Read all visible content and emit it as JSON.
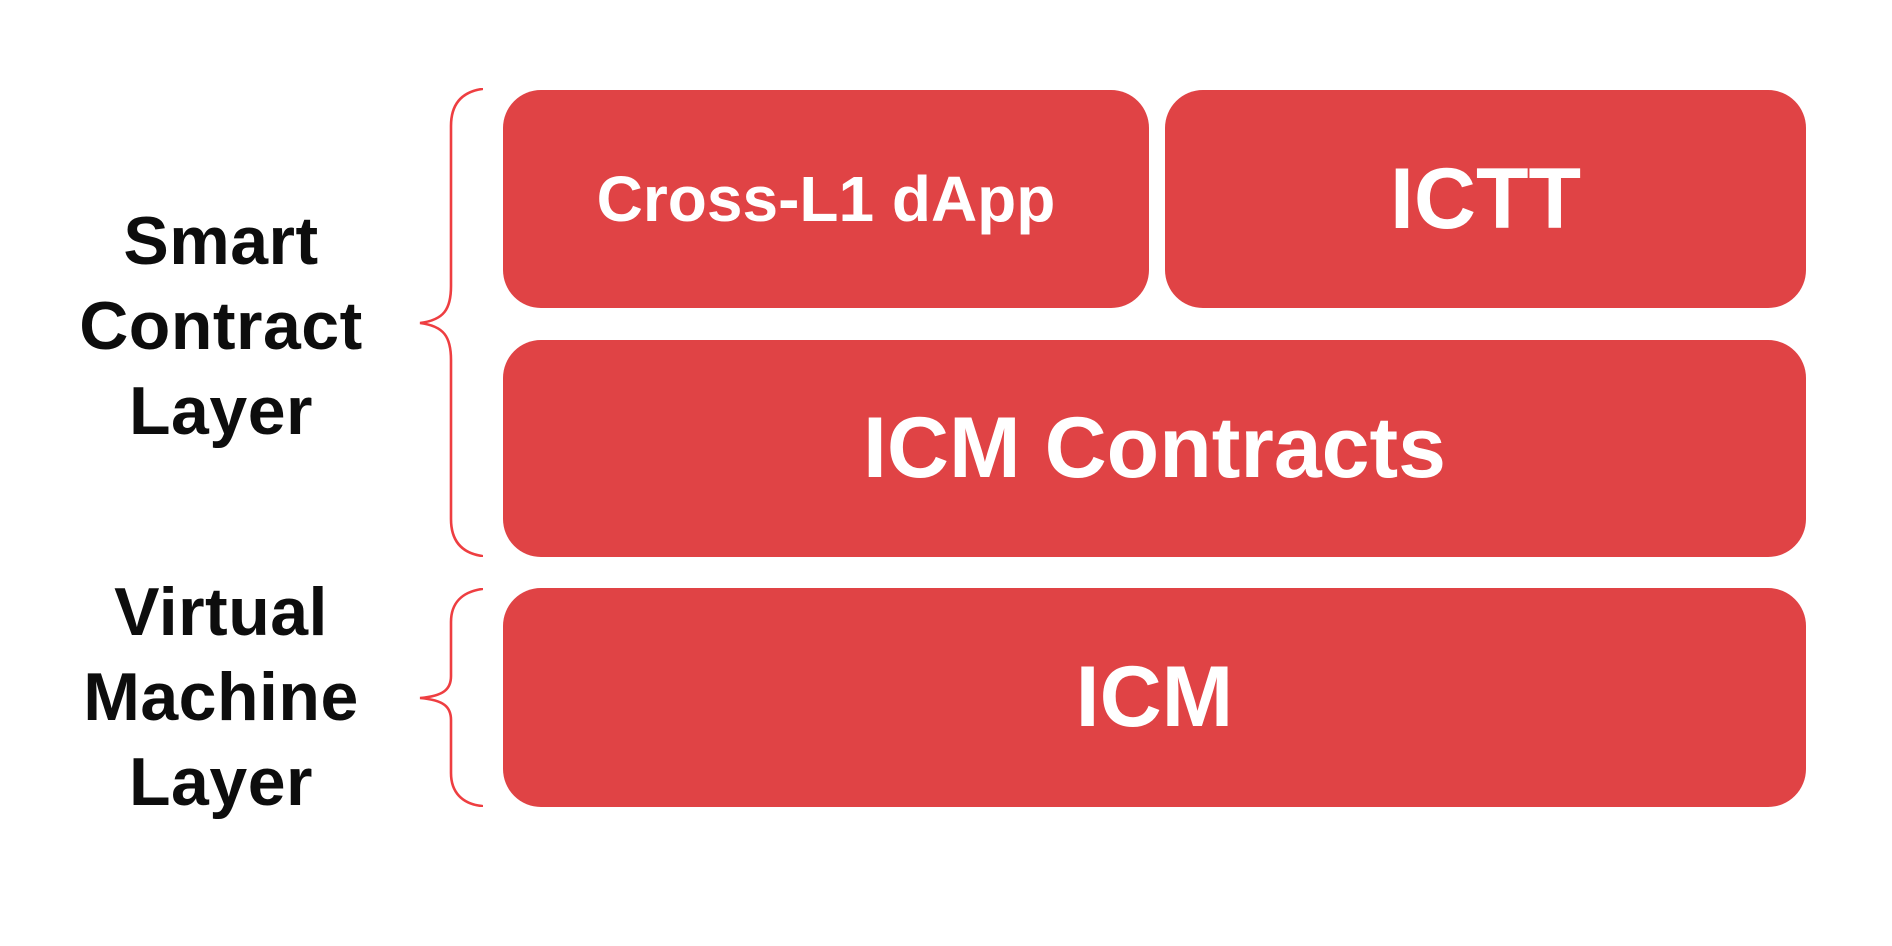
{
  "diagram": {
    "colors": {
      "box_fill": "#e04345",
      "box_text": "#ffffff",
      "brace_stroke": "#ee3e41",
      "label_text": "#0d0d0d",
      "background": "#ffffff"
    },
    "layers": [
      {
        "id": "smart-contract-layer",
        "label_lines": [
          "Smart",
          "Contract",
          "Layer"
        ]
      },
      {
        "id": "virtual-machine-layer",
        "label_lines": [
          "Virtual",
          "Machine",
          "Layer"
        ]
      }
    ],
    "boxes": {
      "cross_l1_dapp": "Cross-L1 dApp",
      "ictt": "ICTT",
      "icm_contracts": "ICM Contracts",
      "icm": "ICM"
    }
  }
}
